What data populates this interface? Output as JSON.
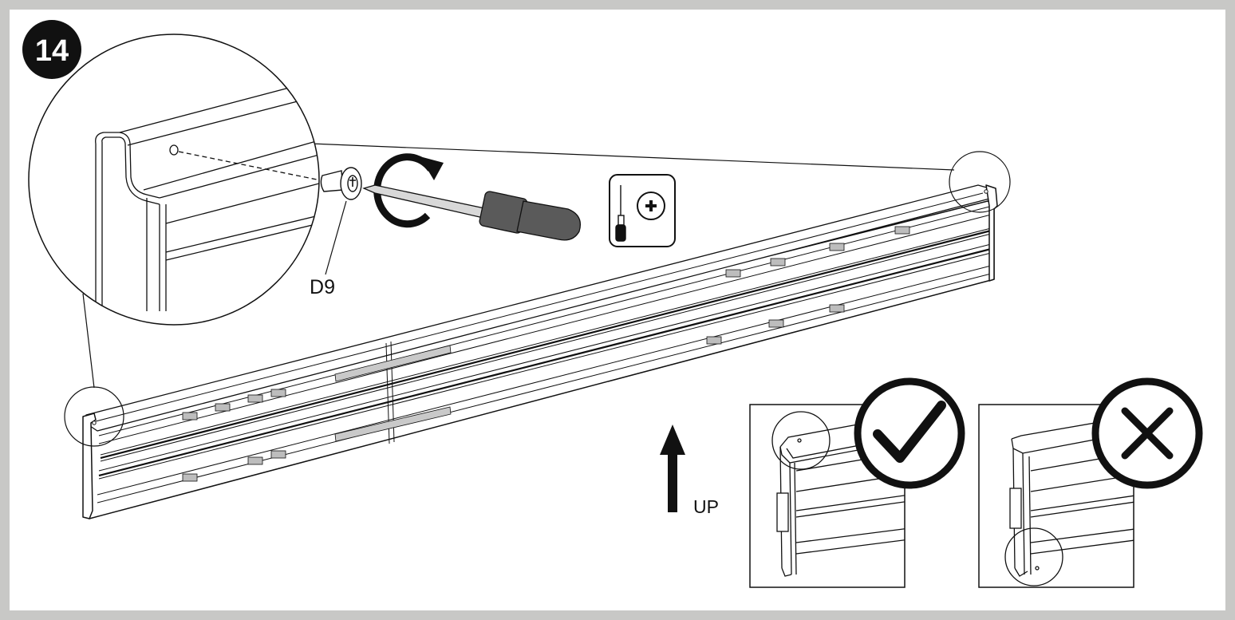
{
  "step": {
    "number": "14"
  },
  "callouts": {
    "part_label": "D9",
    "direction_label": "UP"
  },
  "tool": {
    "icon": "phillips-screwdriver-icon"
  },
  "verdicts": {
    "correct_icon": "checkmark-icon",
    "incorrect_icon": "cross-icon"
  },
  "colors": {
    "ink": "#111111",
    "frame": "#c8c8c6",
    "rail_fill": "#ffffff",
    "strip_fill": "#c9c9c9"
  }
}
